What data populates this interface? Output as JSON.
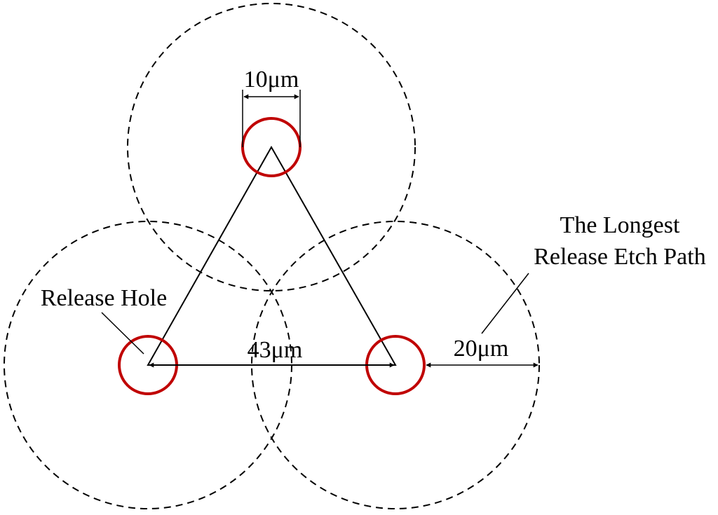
{
  "labels": {
    "hole_diameter": "10μm",
    "hole_spacing": "43μm",
    "etch_radius": "20μm",
    "release_hole": "Release Hole",
    "longest_path_line1": "The Longest",
    "longest_path_line2": "Release Etch Path"
  },
  "colors": {
    "hole_stroke": "#c00000",
    "line_stroke": "#000000",
    "background": "#ffffff"
  }
}
